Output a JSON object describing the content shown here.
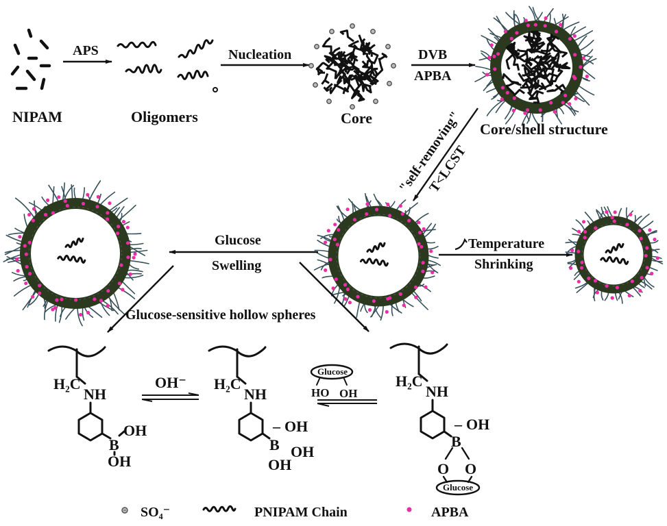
{
  "figure": {
    "top_row": {
      "nipam_label": "NIPAM",
      "aps_label": "APS",
      "oligomers_label": "Oligomers",
      "nucleation_label": "Nucleation",
      "core_label": "Core",
      "dvb_label": "DVB",
      "apba_step_label": "APBA",
      "core_shell_label": "Core/shell structure"
    },
    "diagonal_step": {
      "top_label": "\"self-removing\"",
      "bottom_label": "T<LCST"
    },
    "middle_row": {
      "glucose_label": "Glucose",
      "swelling_label": "Swelling",
      "temperature_label": "Temperature",
      "shrinking_label": "Shrinking",
      "hollow_spheres_label": "Glucose-sensitive hollow spheres"
    },
    "chemistry": {
      "h2c": "H₂C",
      "nh": "NH",
      "b": "B",
      "oh": "OH",
      "o": "O",
      "ho": "HO",
      "minus": "–",
      "oh_minus": "OH⁻",
      "glucose": "Glucose"
    },
    "legend": {
      "so4_label": "SO₄⁻",
      "pnipam_label": "PNIPAM  Chain",
      "apba_label": "APBA"
    },
    "colors": {
      "shell": "#2b3a1f",
      "apba_dot": "#ee2ca6",
      "so4_dot": "#bdbdbd",
      "hair": "#36505a",
      "ink": "#111111"
    }
  }
}
